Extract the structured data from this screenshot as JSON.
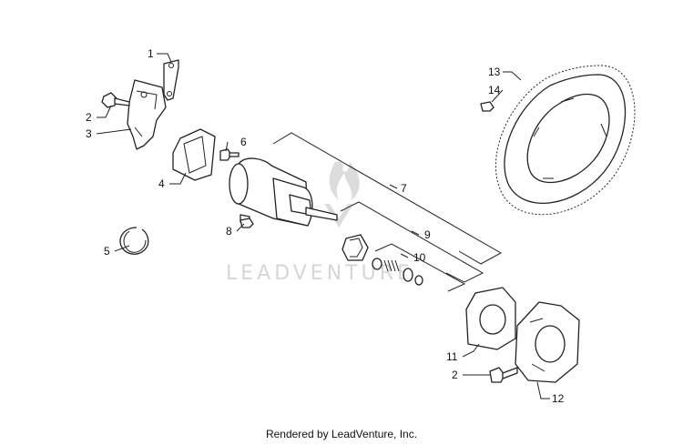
{
  "watermark": {
    "text": "LEADVENTURE"
  },
  "footer": {
    "text": "Rendered by LeadVenture, Inc."
  },
  "callouts": {
    "c1": "1",
    "c2a": "2",
    "c2b": "2",
    "c3": "3",
    "c4": "4",
    "c5": "5",
    "c6": "6",
    "c7": "7",
    "c8": "8",
    "c9": "9",
    "c10": "10",
    "c11": "11",
    "c12": "12",
    "c13": "13",
    "c14": "14"
  },
  "colors": {
    "line": "#222222",
    "watermark": "#d6d6d6",
    "background": "#ffffff"
  }
}
